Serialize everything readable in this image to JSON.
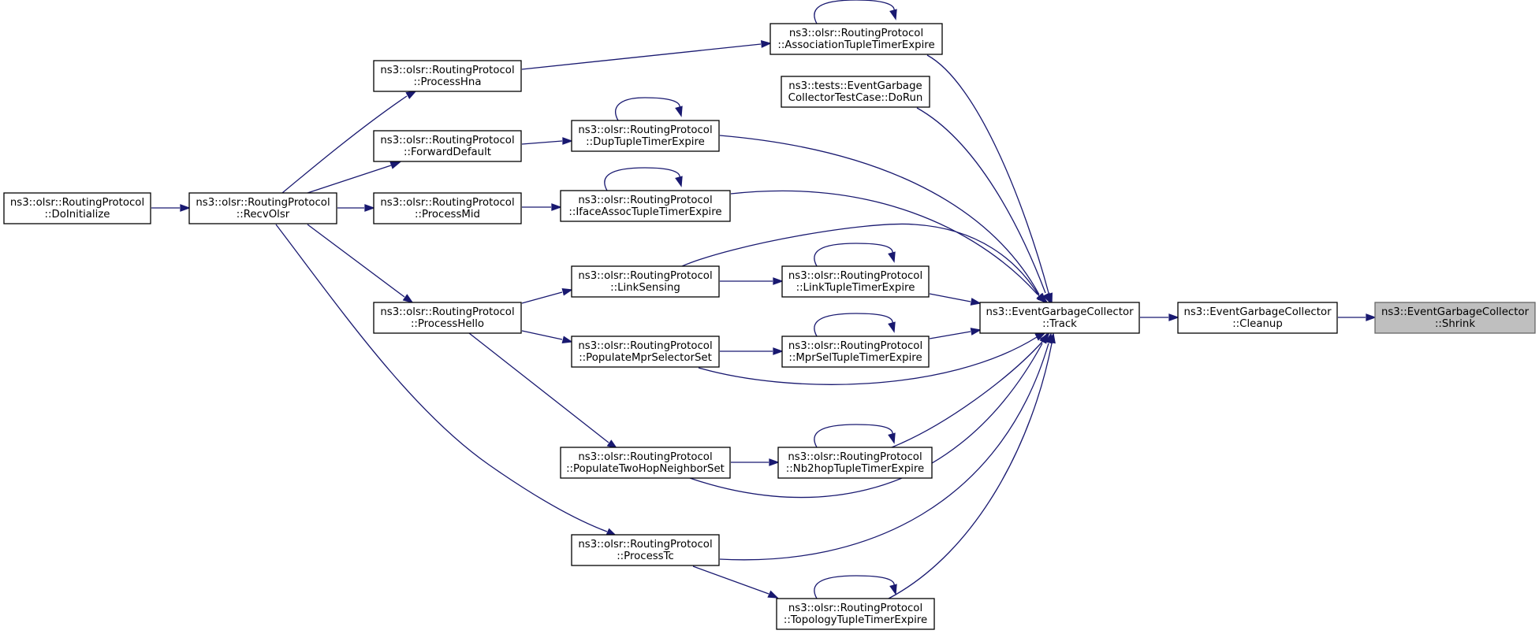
{
  "colors": {
    "edge": "#191970",
    "node_fill": "#ffffff",
    "node_stroke": "#000000",
    "highlight_fill": "#bfbfbf",
    "highlight_stroke": "#666666"
  },
  "nodes": [
    {
      "id": "shrink",
      "line1": "ns3::EventGarbageCollector",
      "line2": "::Shrink",
      "highlight": true
    },
    {
      "id": "cleanup",
      "line1": "ns3::EventGarbageCollector",
      "line2": "::Cleanup"
    },
    {
      "id": "track",
      "line1": "ns3::EventGarbageCollector",
      "line2": "::Track"
    },
    {
      "id": "assoc",
      "line1": "ns3::olsr::RoutingProtocol",
      "line2": "::AssociationTupleTimerExpire"
    },
    {
      "id": "dorun",
      "line1": "ns3::tests::EventGarbage",
      "line2": "CollectorTestCase::DoRun"
    },
    {
      "id": "dup",
      "line1": "ns3::olsr::RoutingProtocol",
      "line2": "::DupTupleTimerExpire"
    },
    {
      "id": "iface",
      "line1": "ns3::olsr::RoutingProtocol",
      "line2": "::IfaceAssocTupleTimerExpire"
    },
    {
      "id": "linksens",
      "line1": "ns3::olsr::RoutingProtocol",
      "line2": "::LinkSensing"
    },
    {
      "id": "linktuple",
      "line1": "ns3::olsr::RoutingProtocol",
      "line2": "::LinkTupleTimerExpire"
    },
    {
      "id": "mprsel",
      "line1": "ns3::olsr::RoutingProtocol",
      "line2": "::MprSelTupleTimerExpire"
    },
    {
      "id": "popmpr",
      "line1": "ns3::olsr::RoutingProtocol",
      "line2": "::PopulateMprSelectorSet"
    },
    {
      "id": "nb2hop",
      "line1": "ns3::olsr::RoutingProtocol",
      "line2": "::Nb2hopTupleTimerExpire"
    },
    {
      "id": "poptwo",
      "line1": "ns3::olsr::RoutingProtocol",
      "line2": "::PopulateTwoHopNeighborSet"
    },
    {
      "id": "processtc",
      "line1": "ns3::olsr::RoutingProtocol",
      "line2": "::ProcessTc"
    },
    {
      "id": "topology",
      "line1": "ns3::olsr::RoutingProtocol",
      "line2": "::TopologyTupleTimerExpire"
    },
    {
      "id": "processhna",
      "line1": "ns3::olsr::RoutingProtocol",
      "line2": "::ProcessHna"
    },
    {
      "id": "forward",
      "line1": "ns3::olsr::RoutingProtocol",
      "line2": "::ForwardDefault"
    },
    {
      "id": "processmid",
      "line1": "ns3::olsr::RoutingProtocol",
      "line2": "::ProcessMid"
    },
    {
      "id": "processhello",
      "line1": "ns3::olsr::RoutingProtocol",
      "line2": "::ProcessHello"
    },
    {
      "id": "recvolsr",
      "line1": "ns3::olsr::RoutingProtocol",
      "line2": "::RecvOlsr"
    },
    {
      "id": "doinit",
      "line1": "ns3::olsr::RoutingProtocol",
      "line2": "::DoInitialize"
    }
  ],
  "edges": [
    {
      "from": "cleanup",
      "to": "shrink"
    },
    {
      "from": "track",
      "to": "cleanup"
    },
    {
      "from": "assoc",
      "to": "assoc"
    },
    {
      "from": "assoc",
      "to": "track"
    },
    {
      "from": "dorun",
      "to": "track"
    },
    {
      "from": "dup",
      "to": "dup"
    },
    {
      "from": "dup",
      "to": "track"
    },
    {
      "from": "iface",
      "to": "iface"
    },
    {
      "from": "iface",
      "to": "track"
    },
    {
      "from": "linksens",
      "to": "track"
    },
    {
      "from": "linksens",
      "to": "linktuple"
    },
    {
      "from": "linktuple",
      "to": "linktuple"
    },
    {
      "from": "linktuple",
      "to": "track"
    },
    {
      "from": "mprsel",
      "to": "mprsel"
    },
    {
      "from": "mprsel",
      "to": "track"
    },
    {
      "from": "popmpr",
      "to": "track"
    },
    {
      "from": "popmpr",
      "to": "mprsel"
    },
    {
      "from": "nb2hop",
      "to": "nb2hop"
    },
    {
      "from": "nb2hop",
      "to": "track"
    },
    {
      "from": "poptwo",
      "to": "track"
    },
    {
      "from": "poptwo",
      "to": "nb2hop"
    },
    {
      "from": "processtc",
      "to": "track"
    },
    {
      "from": "processtc",
      "to": "topology"
    },
    {
      "from": "topology",
      "to": "topology"
    },
    {
      "from": "topology",
      "to": "track"
    },
    {
      "from": "processhna",
      "to": "assoc"
    },
    {
      "from": "forward",
      "to": "dup"
    },
    {
      "from": "processmid",
      "to": "iface"
    },
    {
      "from": "processhello",
      "to": "linksens"
    },
    {
      "from": "processhello",
      "to": "popmpr"
    },
    {
      "from": "processhello",
      "to": "poptwo"
    },
    {
      "from": "recvolsr",
      "to": "processhna"
    },
    {
      "from": "recvolsr",
      "to": "forward"
    },
    {
      "from": "recvolsr",
      "to": "processmid"
    },
    {
      "from": "recvolsr",
      "to": "processhello"
    },
    {
      "from": "recvolsr",
      "to": "processtc"
    },
    {
      "from": "doinit",
      "to": "recvolsr"
    }
  ]
}
